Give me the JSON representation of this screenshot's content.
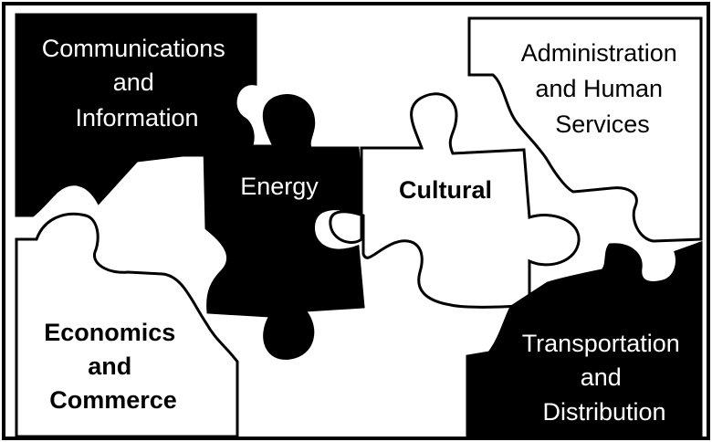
{
  "pieces": [
    {
      "id": "communications",
      "lines": [
        "Communications",
        "and",
        "Information"
      ],
      "style": "dark"
    },
    {
      "id": "administration",
      "lines": [
        "Administration",
        "and Human",
        "Services"
      ],
      "style": "light"
    },
    {
      "id": "energy",
      "lines": [
        "Energy"
      ],
      "style": "dark"
    },
    {
      "id": "cultural",
      "lines": [
        "Cultural"
      ],
      "style": "light"
    },
    {
      "id": "economics",
      "lines": [
        "Economics",
        "and",
        "Commerce"
      ],
      "style": "light"
    },
    {
      "id": "transportation",
      "lines": [
        "Transportation",
        "and",
        "Distribution"
      ],
      "style": "dark"
    }
  ],
  "colors": {
    "ink": "#000000",
    "paper": "#ffffff"
  }
}
